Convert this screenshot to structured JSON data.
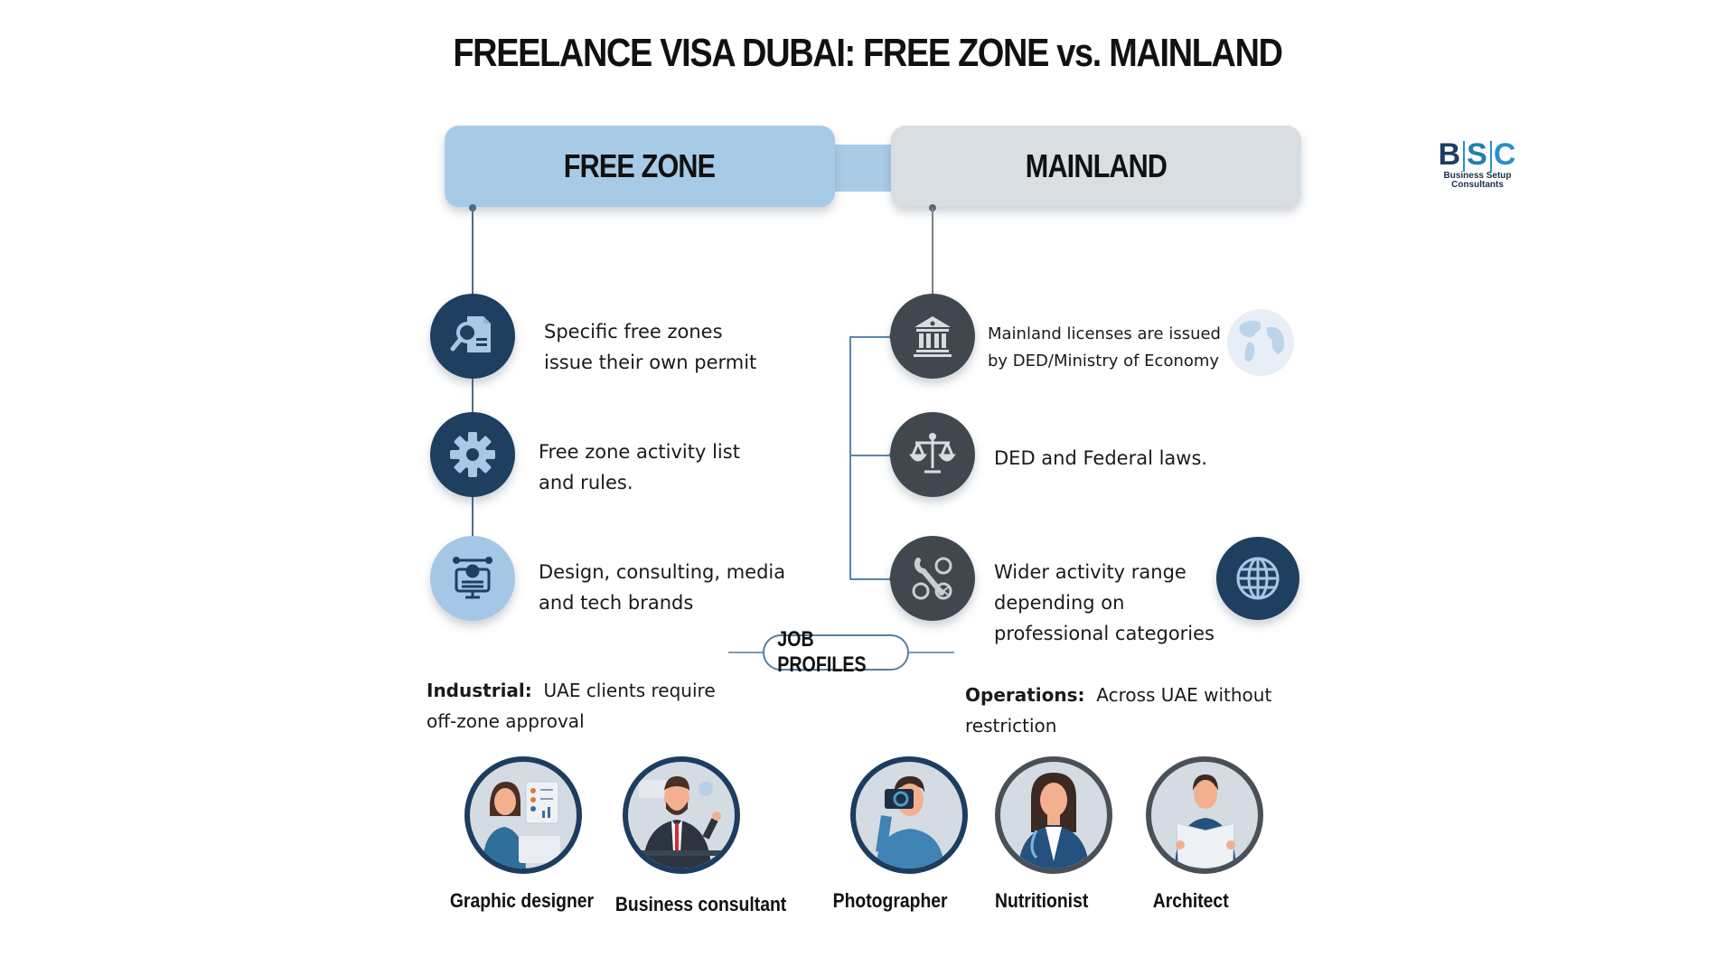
{
  "title": "FREELANCE VISA DUBAI: FREE ZONE vs. MAINLAND",
  "logo": {
    "letters": [
      "B",
      "S",
      "C"
    ],
    "line1": "Business Setup",
    "line2": "Consultants"
  },
  "columns": {
    "free_zone": {
      "label": "FREE ZONE",
      "color": "#a7cbe6",
      "items": [
        {
          "icon": "document-search-icon",
          "line1": "Specific free zones",
          "line2": "issue their own permit"
        },
        {
          "icon": "gear-icon",
          "line1": "Free zone activity list",
          "line2": "and rules."
        },
        {
          "icon": "computer-design-icon",
          "line1": "Design, consulting, media",
          "line2": "and tech brands"
        }
      ]
    },
    "mainland": {
      "label": "MAINLAND",
      "color": "#d9dee3",
      "items": [
        {
          "icon": "government-building-icon",
          "line1": "Mainland licenses are issued",
          "line2": "by DED/Ministry of Economy"
        },
        {
          "icon": "scales-of-justice-icon",
          "line1": "DED and Federal laws."
        },
        {
          "icon": "tools-icon",
          "line1": "Wider activity range",
          "line2": "depending on",
          "line3": "professional categories"
        }
      ]
    }
  },
  "job_profiles": {
    "label": "JOB PROFILES",
    "free_zone_note": {
      "label": "Industrial:",
      "text_line1": "UAE clients require",
      "text_line2": "off-zone approval"
    },
    "mainland_note": {
      "label": "Operations:",
      "text_line1": "Across UAE without",
      "text_line2": "restriction"
    },
    "profiles": [
      {
        "name": "Graphic designer",
        "icon": "graphic-designer-avatar"
      },
      {
        "name": "Business consultant",
        "icon": "business-consultant-avatar"
      },
      {
        "name": "Photographer",
        "icon": "photographer-avatar"
      },
      {
        "name": "Nutritionist",
        "icon": "nutritionist-avatar"
      },
      {
        "name": "Architect",
        "icon": "architect-avatar"
      }
    ]
  },
  "colors": {
    "navy": "#1e3f60",
    "light_blue": "#a4c7e6",
    "charcoal": "#40474f",
    "connector": "#5b85ad"
  }
}
